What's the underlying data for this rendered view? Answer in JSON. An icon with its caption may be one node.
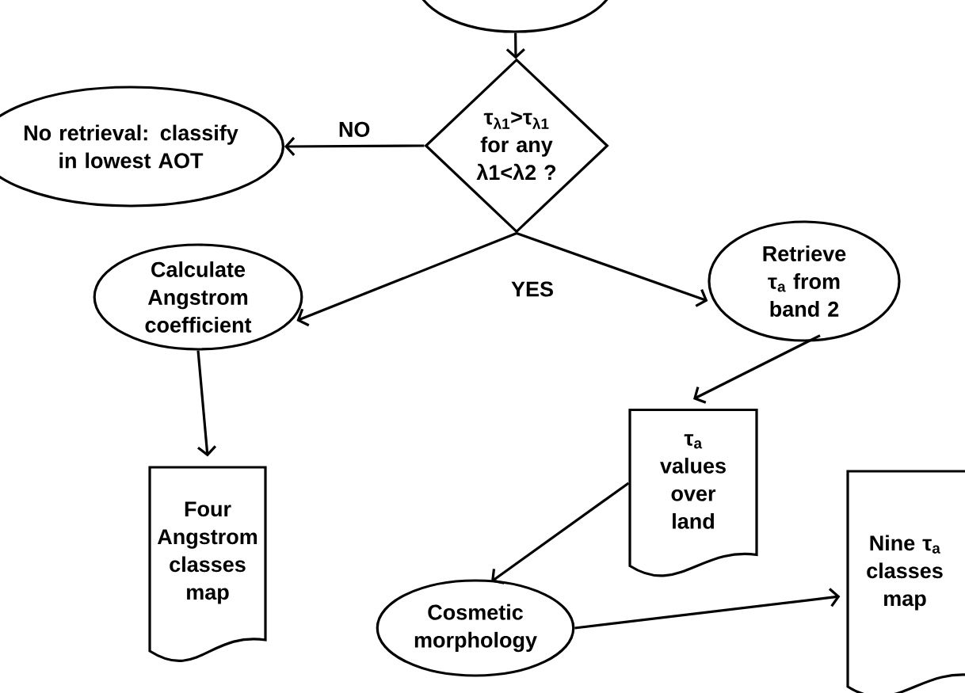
{
  "diagram": {
    "nodes": [
      {
        "text": [],
        "shape": "circle"
      },
      {
        "text": [
          "τ$_{λ1}$>τ$_{λ1}$ for any λ1<λ2 ?"
        ]
      },
      {
        "text": [
          "No retrieval: classify in lowest AOT"
        ]
      },
      {
        "text": [
          "Calculate Angstrom coefficient"
        ]
      },
      {
        "text": [
          "Retrieve τ$_{a}$ from band 2"
        ]
      },
      {
        "text": [
          "Four Angstrom classes map"
        ]
      },
      {
        "text": [
          "τ$_{a}$ values over land"
        ]
      },
      {
        "text": [
          "Cosmetic morphology"
        ]
      },
      {
        "text": [
          "Nine τ$_{a}$ classes map"
        ]
      }
    ],
    "edges": [
      {
        "from": 0,
        "to": 1,
        "arrow": "to"
      },
      {
        "from": 1,
        "to": 2,
        "arrow": "to",
        "label": "NO"
      },
      {
        "from": 1,
        "to": 3,
        "arrow": "to"
      },
      {
        "from": 1,
        "to": 4,
        "arrow": "to"
      },
      {
        "from": 3,
        "to": 5,
        "arrow": "to"
      },
      {
        "from": 4,
        "to": 6,
        "arrow": "to"
      },
      {
        "from": 6,
        "to": 7,
        "arrow": "to"
      },
      {
        "from": 7,
        "to": 8,
        "arrow": "to"
      }
    ],
    "labels": [
      "YES"
    ]
  }
}
